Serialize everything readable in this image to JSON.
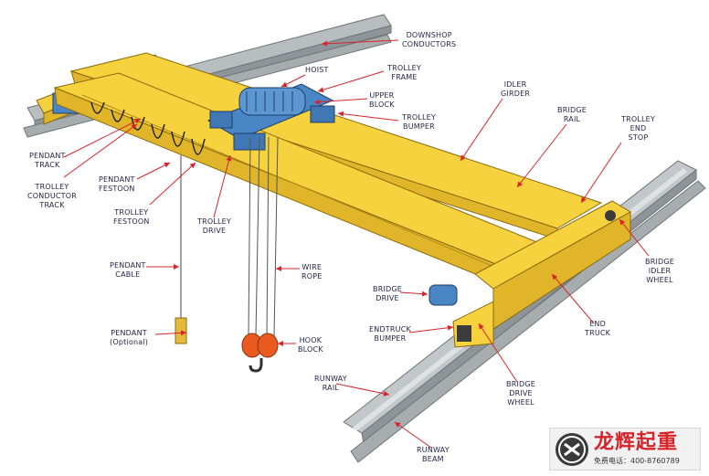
{
  "colors": {
    "yellow": "#f5d23e",
    "yellow_shade": "#e0b52a",
    "rail_gray": "#9aa0a3",
    "hoist_blue": "#4a86c5",
    "hook_orange": "#e85a1e",
    "arrow_red": "#d8242a",
    "label": "#22264a"
  },
  "labels": {
    "downshop": [
      "DOWNSHOP",
      "CONDUCTORS"
    ],
    "hoist": [
      "HOIST"
    ],
    "trolley_frame": [
      "TROLLEY",
      "FRAME"
    ],
    "upper_block": [
      "UPPER",
      "BLOCK"
    ],
    "trolley_bumper": [
      "TROLLEY",
      "BUMPER"
    ],
    "idler_girder": [
      "IDLER",
      "GIRDER"
    ],
    "bridge_rail": [
      "BRIDGE",
      "RAIL"
    ],
    "trolley_end_stop": [
      "TROLLEY",
      "END",
      "STOP"
    ],
    "pendant_track": [
      "PENDANT",
      "TRACK"
    ],
    "trolley_conductor_track": [
      "TROLLEY",
      "CONDUCTOR",
      "TRACK"
    ],
    "pendant_festoon": [
      "PENDANT",
      "FESTOON"
    ],
    "trolley_festoon": [
      "TROLLEY",
      "FESTOON"
    ],
    "trolley_drive": [
      "TROLLEY",
      "DRIVE"
    ],
    "pendant_cable": [
      "PENDANT",
      "CABLE"
    ],
    "wire_rope": [
      "WIRE",
      "ROPE"
    ],
    "bridge_drive": [
      "BRIDGE",
      "DRIVE"
    ],
    "bridge_idler_wheel": [
      "BRIDGE",
      "IDLER",
      "WHEEL"
    ],
    "pendant": [
      "PENDANT",
      "(Optional)"
    ],
    "hook_block": [
      "HOOK",
      "BLOCK"
    ],
    "endtruck_bumper": [
      "ENDTRUCK",
      "BUMPER"
    ],
    "end_truck": [
      "END",
      "TRUCK"
    ],
    "runway_rail": [
      "RUNWAY",
      "RAIL"
    ],
    "bridge_drive_wheel": [
      "BRIDGE",
      "DRIVE",
      "WHEEL"
    ],
    "runway_beam": [
      "RUNWAY",
      "BEAM"
    ]
  },
  "watermark": {
    "name": "龙辉起重",
    "phone": "免费电话：400-8760789"
  }
}
